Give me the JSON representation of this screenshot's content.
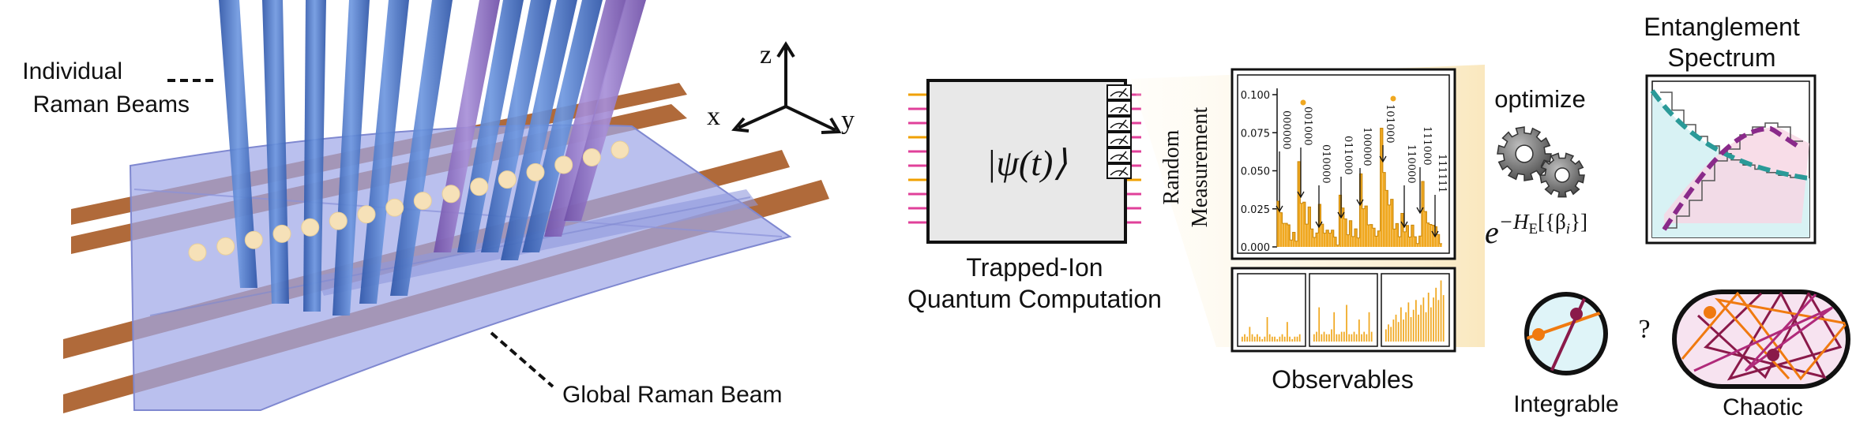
{
  "left_panel": {
    "label_individual_line1": "Individual",
    "label_individual_line2": "Raman Beams",
    "label_global": "Global Raman Beam",
    "axis_z": "z",
    "axis_x": "x",
    "axis_y": "y"
  },
  "computation": {
    "state_label": "|ψ(t)⟩",
    "caption_line1": "Trapped-Ion",
    "caption_line2": "Quantum Computation"
  },
  "measurement": {
    "side_label_line1": "Random",
    "side_label_line2": "Measurement",
    "caption": "Observables",
    "y_ticks": [
      "0.100",
      "0.075",
      "0.050",
      "0.025",
      "0.000"
    ],
    "bitstrings": [
      "000000",
      "001000",
      "010000",
      "011000",
      "100000",
      "101000",
      "110000",
      "111000",
      "111111"
    ]
  },
  "optimize": {
    "label": "optimize",
    "formula_base": "e",
    "formula_exp": "−H",
    "formula_sub": "E",
    "formula_args": "[{β",
    "formula_args_sub": "i",
    "formula_args_end": "}]"
  },
  "spectrum": {
    "title_line1": "Entanglement",
    "title_line2": "Spectrum"
  },
  "dynamics": {
    "integrable_label": "Integrable",
    "question": "?",
    "chaotic_label": "Chaotic"
  },
  "colors": {
    "beam_blue": "#4a78c8",
    "beam_purple": "#8e6cc0",
    "electrode": "#b06a3a",
    "sheet": "#9fa8e8",
    "ion": "#f6e1b8",
    "histogram": "#f0a820",
    "qubit_pink": "#e0409a",
    "qubit_orange": "#f0a000",
    "spectrum_teal": "#2a9a98",
    "spectrum_purple": "#8a2a8a",
    "billiard_magenta": "#8a1a4a",
    "billiard_orange": "#f07a10"
  }
}
